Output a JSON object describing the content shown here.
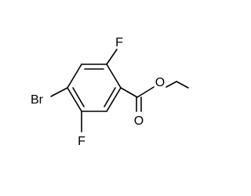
{
  "molecule": {
    "atoms": [
      {
        "id": "F1",
        "label": "F",
        "color": "#000000"
      },
      {
        "id": "F2",
        "label": "F",
        "color": "#000000"
      },
      {
        "id": "Br",
        "label": "Br",
        "color": "#000000"
      },
      {
        "id": "O_carbonyl",
        "label": "O",
        "color": "#000000"
      },
      {
        "id": "O_ester",
        "label": "O",
        "color": "#000000"
      }
    ],
    "bond_color": "#000000",
    "background": "#ffffff"
  }
}
